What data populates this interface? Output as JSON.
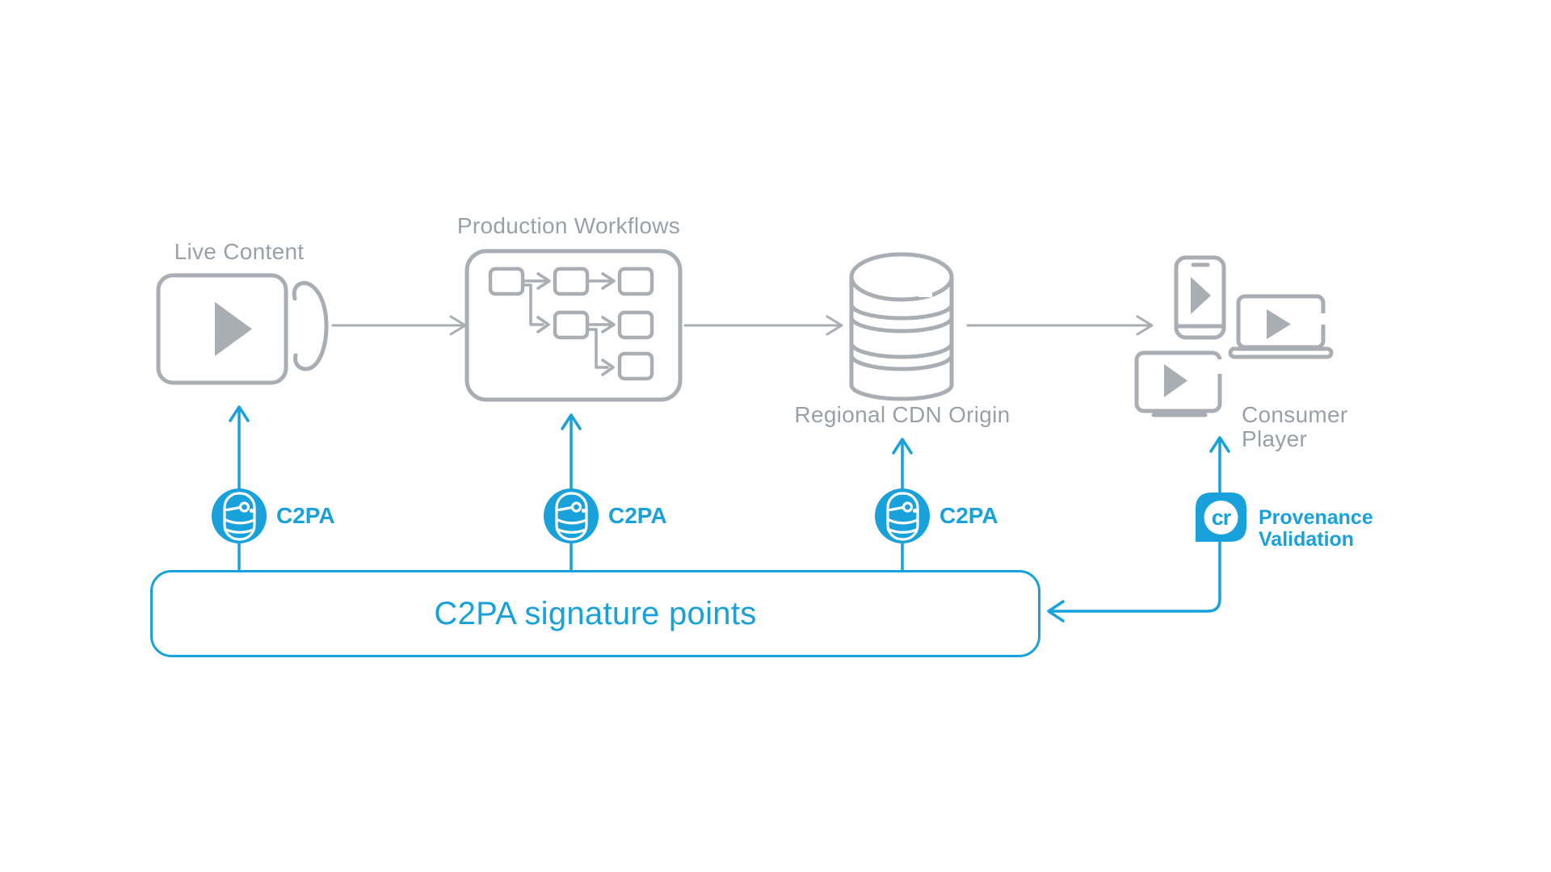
{
  "colors": {
    "accent_blue": "#18a1da",
    "icon_gray": "#a9adb4",
    "text_gray": "#9aa0a8",
    "background": "#ffffff"
  },
  "flow": {
    "live_content_label": "Live Content",
    "production_workflows_label": "Production Workflows",
    "regional_cdn_label": "Regional CDN Origin",
    "consumer_player_label_line1": "Consumer",
    "consumer_player_label_line2": "Player"
  },
  "c2pa_badges": [
    {
      "label": "C2PA"
    },
    {
      "label": "C2PA"
    },
    {
      "label": "C2PA"
    }
  ],
  "provenance": {
    "logo_text": "cr",
    "label_line1": "Provenance",
    "label_line2": "Validation"
  },
  "signature_box": {
    "label": "C2PA signature points"
  },
  "icons": {
    "live_content": "video-camera-play-icon",
    "production_workflows": "workflow-boxes-icon",
    "regional_cdn": "database-icon",
    "consumer_player": "smartphone-laptop-tv-play-icons",
    "c2pa_badge": "capsule-seal-icon",
    "provenance": "content-credentials-cr-icon"
  }
}
